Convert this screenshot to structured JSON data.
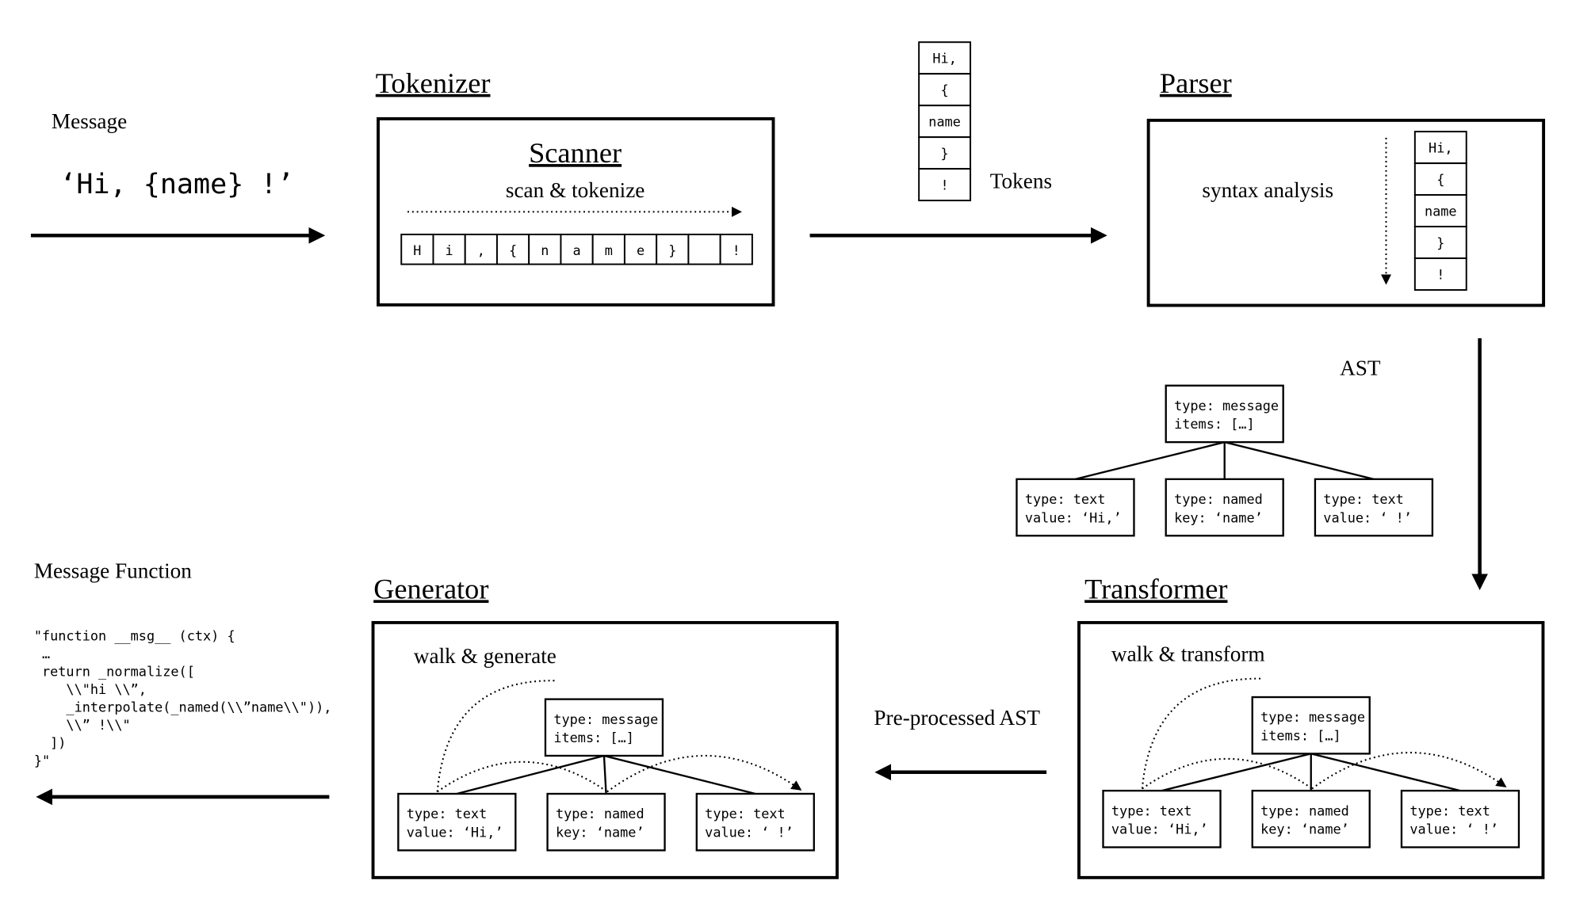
{
  "message": {
    "label": "Message",
    "value": "‘Hi, {name} !’"
  },
  "tokenizer": {
    "title": "Tokenizer",
    "scanner_title": "Scanner",
    "scanner_caption": "scan & tokenize",
    "chars": [
      "H",
      "i",
      ",",
      "{",
      "n",
      "a",
      "m",
      "e",
      "}",
      " ",
      "!"
    ]
  },
  "tokens": {
    "label": "Tokens",
    "items": [
      "Hi,",
      "{",
      "name",
      "}",
      "!"
    ]
  },
  "parser": {
    "title": "Parser",
    "caption": "syntax analysis",
    "tokens": [
      "Hi,",
      "{",
      "name",
      "}",
      "!"
    ]
  },
  "ast": {
    "label": "AST",
    "root": [
      "type: message",
      "items: […]"
    ],
    "children": [
      [
        "type: text",
        "value: ‘Hi,’"
      ],
      [
        "type: named",
        "key: ‘name’"
      ],
      [
        "type: text",
        "value: ‘ !’"
      ]
    ]
  },
  "transformer": {
    "title": "Transformer",
    "caption": "walk & transform",
    "root": [
      "type: message",
      "items: […]"
    ],
    "children": [
      [
        "type: text",
        "value: ‘Hi,’"
      ],
      [
        "type: named",
        "key: ‘name’"
      ],
      [
        "type: text",
        "value: ‘ !’"
      ]
    ]
  },
  "preprocessed_label": "Pre-processed AST",
  "generator": {
    "title": "Generator",
    "caption": "walk & generate",
    "root": [
      "type: message",
      "items: […]"
    ],
    "children": [
      [
        "type: text",
        "value: ‘Hi,’"
      ],
      [
        "type: named",
        "key: ‘name’"
      ],
      [
        "type: text",
        "value: ‘ !’"
      ]
    ]
  },
  "message_function": {
    "label": "Message Function",
    "code": [
      "\"function __msg__ (ctx) {",
      " …",
      " return _normalize([",
      "    \\\\\"hi \\\\”,",
      "    _interpolate(_named(\\\\”name\\\\\")),",
      "    \\\\” !\\\\\"",
      "  ])",
      "}\""
    ]
  }
}
